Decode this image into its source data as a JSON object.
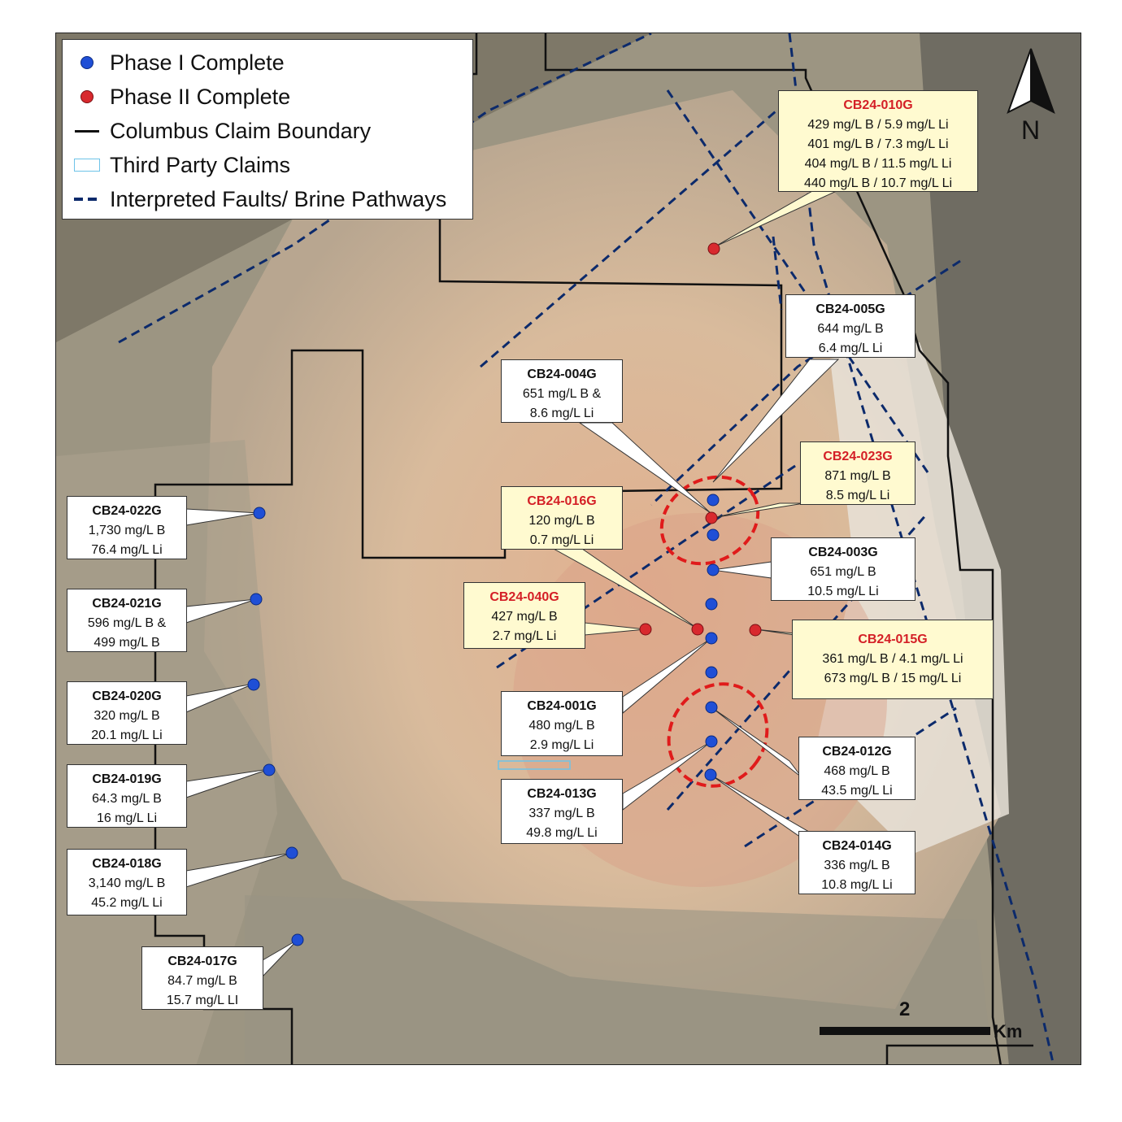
{
  "legend": {
    "items": [
      {
        "symbol": "blue-dot",
        "label": "Phase I Complete"
      },
      {
        "symbol": "red-dot",
        "label": "Phase II Complete"
      },
      {
        "symbol": "black-line",
        "label": "Columbus Claim Boundary"
      },
      {
        "symbol": "cyan-rectangle",
        "label": "Third Party Claims"
      },
      {
        "symbol": "navy-dashed-line",
        "label": "Interpreted Faults/ Brine Pathways"
      }
    ]
  },
  "north_arrow": {
    "label": "N"
  },
  "scale_bar": {
    "value": "2",
    "unit": "Km"
  },
  "colors": {
    "phase1": "#1f4fd6",
    "phase2": "#d8292e",
    "boundary": "#111111",
    "third_party": "#6ec3e8",
    "faults": "#0c2a6b",
    "phase2_callout_title": "#d41f26",
    "phase2_callout_fill": "#fffad0"
  },
  "callouts": [
    {
      "id": "CB24-010G",
      "title": "CB24-010G",
      "lines": [
        "429 mg/L B / 5.9 mg/L Li",
        "401 mg/L B / 7.3 mg/L Li",
        "404 mg/L B / 11.5 mg/L Li",
        "440 mg/L B / 10.7 mg/L Li"
      ],
      "phase": 2
    },
    {
      "id": "CB24-005G",
      "title": "CB24-005G",
      "lines": [
        "644 mg/L B",
        "6.4 mg/L Li"
      ],
      "phase": 1
    },
    {
      "id": "CB24-004G",
      "title": "CB24-004G",
      "lines": [
        "651 mg/L B &",
        "8.6 mg/L Li"
      ],
      "phase": 1
    },
    {
      "id": "CB24-023G",
      "title": "CB24-023G",
      "lines": [
        "871 mg/L B",
        "8.5 mg/L Li"
      ],
      "phase": 2
    },
    {
      "id": "CB24-016G",
      "title": "CB24-016G",
      "lines": [
        "120 mg/L B",
        "0.7 mg/L Li"
      ],
      "phase": 2
    },
    {
      "id": "CB24-003G",
      "title": "CB24-003G",
      "lines": [
        "651 mg/L B",
        "10.5 mg/L Li"
      ],
      "phase": 1
    },
    {
      "id": "CB24-040G",
      "title": "CB24-040G",
      "lines": [
        "427 mg/L B",
        "2.7 mg/L Li"
      ],
      "phase": 2
    },
    {
      "id": "CB24-015G",
      "title": "CB24-015G",
      "lines": [
        "361 mg/L B / 4.1 mg/L Li",
        "673 mg/L B / 15 mg/L Li"
      ],
      "phase": 2
    },
    {
      "id": "CB24-001G",
      "title": "CB24-001G",
      "lines": [
        "480 mg/L B",
        "2.9 mg/L Li"
      ],
      "phase": 1
    },
    {
      "id": "CB24-012G",
      "title": "CB24-012G",
      "lines": [
        "468 mg/L B",
        "43.5 mg/L Li"
      ],
      "phase": 1
    },
    {
      "id": "CB24-013G",
      "title": "CB24-013G",
      "lines": [
        "337 mg/L B",
        "49.8 mg/L Li"
      ],
      "phase": 1
    },
    {
      "id": "CB24-014G",
      "title": "CB24-014G",
      "lines": [
        "336 mg/L B",
        "10.8 mg/L Li"
      ],
      "phase": 1
    },
    {
      "id": "CB24-022G",
      "title": "CB24-022G",
      "lines": [
        "1,730 mg/L B",
        "76.4 mg/L Li"
      ],
      "phase": 1
    },
    {
      "id": "CB24-021G",
      "title": "CB24-021G",
      "lines": [
        "596 mg/L B &",
        "499 mg/L B"
      ],
      "phase": 1
    },
    {
      "id": "CB24-020G",
      "title": "CB24-020G",
      "lines": [
        "320 mg/L B",
        "20.1 mg/L Li"
      ],
      "phase": 1
    },
    {
      "id": "CB24-019G",
      "title": "CB24-019G",
      "lines": [
        "64.3 mg/L B",
        "16 mg/L Li"
      ],
      "phase": 1
    },
    {
      "id": "CB24-018G",
      "title": "CB24-018G",
      "lines": [
        "3,140 mg/L B",
        "45.2 mg/L Li"
      ],
      "phase": 1
    },
    {
      "id": "CB24-017G",
      "title": "CB24-017G",
      "lines": [
        "84.7 mg/L B",
        "15.7 mg/L LI"
      ],
      "phase": 1
    }
  ]
}
